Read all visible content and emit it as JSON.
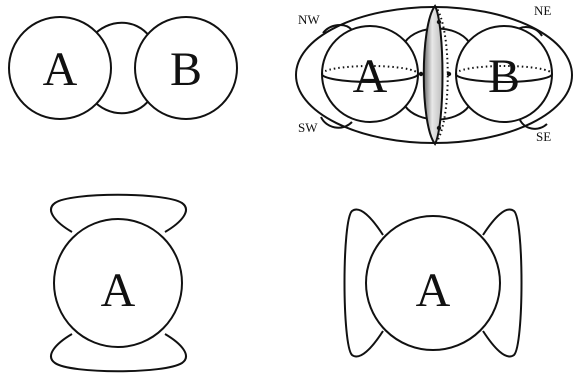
{
  "labels": {
    "panel1_a": "A",
    "panel1_b": "B",
    "panel2_a": "A",
    "panel2_b": "B",
    "nw": "NW",
    "ne": "NE",
    "sw": "SW",
    "se": "SE",
    "panel3_a": "A",
    "panel4_a": "A"
  }
}
